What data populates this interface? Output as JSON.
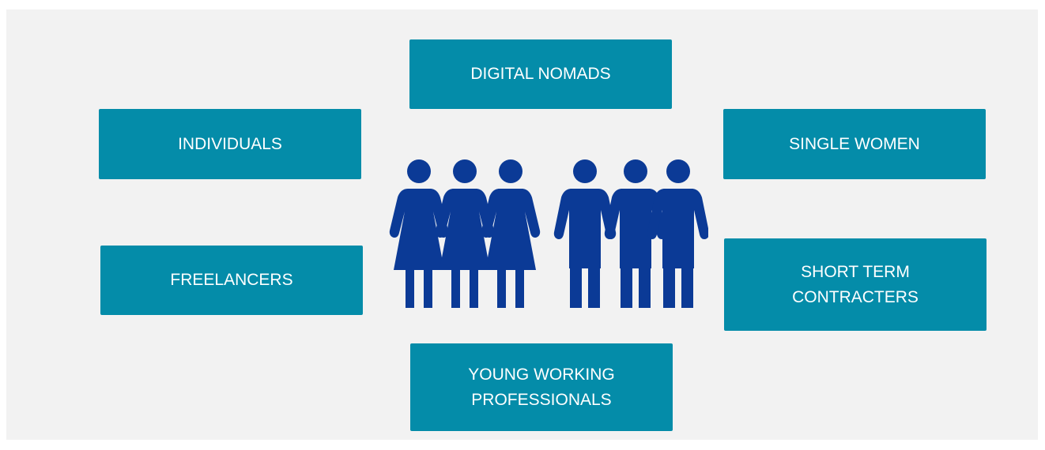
{
  "segments": {
    "digital_nomads": "DIGITAL NOMADS",
    "individuals": "INDIVIDUALS",
    "single_women": "SINGLE WOMEN",
    "freelancers": "FREELANCERS",
    "short_term_line1": "SHORT TERM",
    "short_term_line2": "CONTRACTERS",
    "young_line1": "YOUNG WORKING",
    "young_line2": "PROFESSIONALS"
  },
  "colors": {
    "box": "#048ca9",
    "box_text": "#ffffff",
    "figures": "#0b3a96",
    "background": "#f2f2f2"
  },
  "icons": {
    "center": "group-of-people-icon"
  }
}
